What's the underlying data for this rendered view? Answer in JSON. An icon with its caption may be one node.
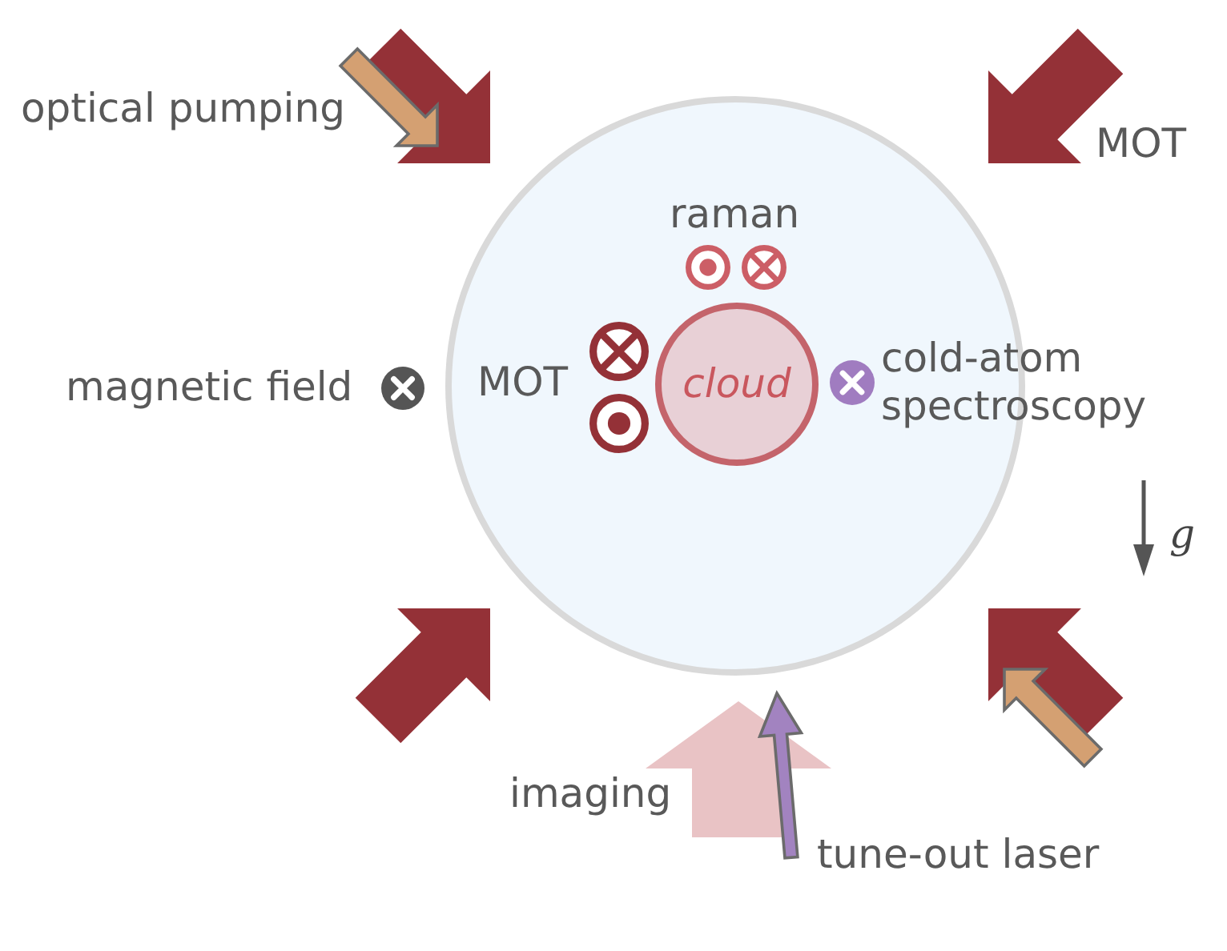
{
  "diagram": {
    "nodes": [
      {
        "text": [],
        "shape": "circle"
      },
      {
        "text": [
          "cloud"
        ],
        "in": 0
      }
    ],
    "labels": [
      "optical pumping",
      "MOT",
      "raman",
      "magnetic field",
      "MOT",
      "cold-atom spectroscopy",
      "g",
      "imaging",
      "tune-out laser"
    ]
  }
}
